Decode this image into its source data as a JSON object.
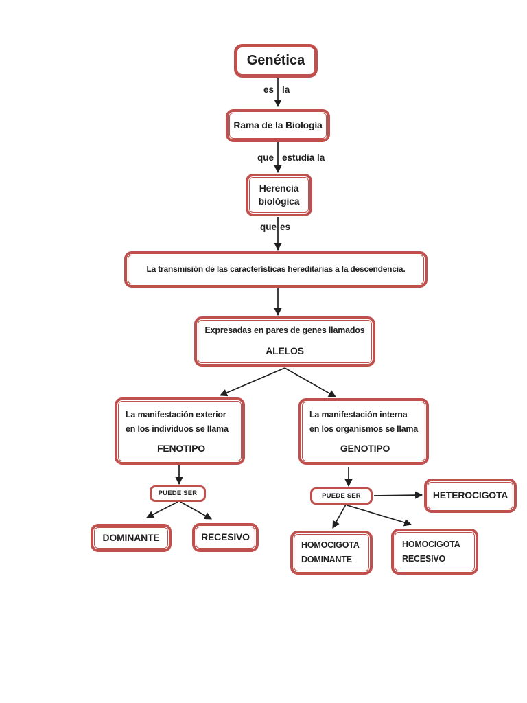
{
  "diagram": {
    "title": "Genética",
    "accent_color": "#C0504D",
    "line_color": "#1F1F1F",
    "background_color": "#FFFFFF",
    "nodes": {
      "genetica": {
        "label": "Genética"
      },
      "rama": {
        "label": "Rama de la Biología"
      },
      "herencia": {
        "line1": "Herencia",
        "line2": "biológica"
      },
      "transmision": {
        "label": "La transmisión de las características hereditarias  a la descendencia."
      },
      "alelos": {
        "line1": "Expresadas en pares de genes llamados",
        "line2": "ALELOS"
      },
      "fenotipo": {
        "line1": "La manifestación exterior",
        "line2": "en los individuos se llama",
        "title": "FENOTIPO"
      },
      "genotipo": {
        "line1": "La manifestación interna",
        "line2": "en los organismos se llama",
        "title": "GENOTIPO"
      },
      "puede_ser_left": {
        "label": "PUEDE SER"
      },
      "puede_ser_right": {
        "label": "PUEDE SER"
      },
      "dominante": {
        "label": "DOMINANTE"
      },
      "recesivo": {
        "label": "RECESIVO"
      },
      "heterocigota": {
        "label": "HETEROCIGOTA"
      },
      "homocigota_dominante": {
        "line1": "HOMOCIGOTA",
        "line2": "DOMINANTE"
      },
      "homocigota_recesivo": {
        "line1": "HOMOCIGOTA",
        "line2": "RECESIVO"
      }
    },
    "connector_labels": {
      "es_la": {
        "left": "es",
        "right": "la"
      },
      "que_estudia_la": {
        "left": "que",
        "right": "estudia la"
      },
      "que_es": {
        "left": "que",
        "right": "es"
      }
    },
    "edges": [
      {
        "from": "genetica",
        "to": "rama",
        "label": "es la"
      },
      {
        "from": "rama",
        "to": "herencia",
        "label": "que estudia la"
      },
      {
        "from": "herencia",
        "to": "transmision",
        "label": "que es"
      },
      {
        "from": "transmision",
        "to": "alelos",
        "label": ""
      },
      {
        "from": "alelos",
        "to": "fenotipo",
        "label": ""
      },
      {
        "from": "alelos",
        "to": "genotipo",
        "label": ""
      },
      {
        "from": "fenotipo",
        "to": "puede_ser_left",
        "label": ""
      },
      {
        "from": "puede_ser_left",
        "to": "dominante",
        "label": ""
      },
      {
        "from": "puede_ser_left",
        "to": "recesivo",
        "label": ""
      },
      {
        "from": "genotipo",
        "to": "puede_ser_right",
        "label": ""
      },
      {
        "from": "puede_ser_right",
        "to": "heterocigota",
        "label": ""
      },
      {
        "from": "puede_ser_right",
        "to": "homocigota_dominante",
        "label": ""
      },
      {
        "from": "puede_ser_right",
        "to": "homocigota_recesivo",
        "label": ""
      }
    ]
  }
}
